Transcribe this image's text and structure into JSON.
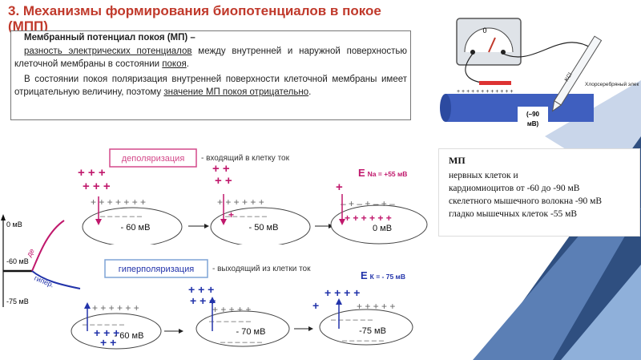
{
  "slide": {
    "title": "3. Механизмы формирования биопотенциалов  в покое (МПП)",
    "definition": {
      "heading": "Мембранный потенциал покоя (МП) –",
      "p1_underlined": "разность электрических потенциалов",
      "p1_rest": " между внутренней и наружной поверхностью клеточной мембраны в состоянии ",
      "p1_underlined2": "покоя",
      "p1_end": ".",
      "p2_start": "В состоянии покоя поляризация внутренней поверхности клеточной мембраны имеет отрицательную величину, поэтому ",
      "p2_underlined": "значение МП покоя отрицательно",
      "p2_end": "."
    },
    "mp_box": {
      "title": "МП",
      "line1": "нервных клеток и",
      "line2": "кардиомиоцитов от -60 до -90 мВ",
      "line3": "скелетного мышечного волокна -90 мВ",
      "line4": "гладко мышечных клеток -55 мВ"
    },
    "electrode": {
      "gauge_zero": "0",
      "plus_labels": "+ + + + + + + + + + + +",
      "electrode_label": "Хлорсеребряный электрод",
      "kcl": "KCl",
      "value": "(–90",
      "unit": "мВ)"
    },
    "graph": {
      "label_0": "0 мВ",
      "label_60": "-60 мВ",
      "label_75": "-75 мВ",
      "curve_up": "де",
      "curve_down": "гипер."
    },
    "depol": {
      "title": "деполяризация",
      "caption": "- входящий в клетку ток",
      "eq_e": "E",
      "eq": "Na = +55 мВ",
      "cell1": "- 60 мВ",
      "cell2": "- 50 мВ",
      "cell3": "0 мВ"
    },
    "hyper": {
      "title": "гиперполяризация",
      "caption": "- выходящий из клетки ток",
      "eq_e": "E",
      "eq": "К = - 75 мВ",
      "cell1": "- 60 мВ",
      "cell2": "- 70 мВ",
      "cell3": "-75 мВ"
    }
  },
  "colors": {
    "title": "#c0392b",
    "depol_box": "#d4498a",
    "hyper_box": "#7ea4d6",
    "plus_ions": "#c0186c",
    "blue_ions": "#2233aa",
    "deco_blue": "#5b7fb5"
  }
}
